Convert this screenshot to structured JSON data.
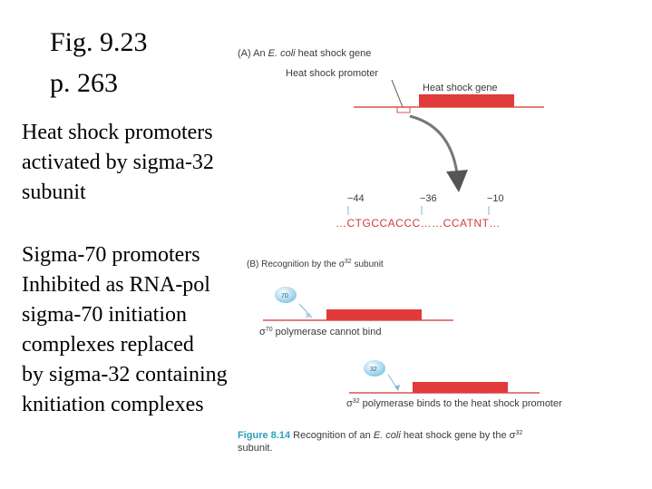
{
  "slide": {
    "title": "Fig. 9.23",
    "page": "p. 263",
    "paragraph1": [
      "Heat shock promoters",
      "activated by sigma-32",
      "subunit"
    ],
    "paragraph2": [
      "Sigma-70 promoters",
      "Inhibited as RNA-pol",
      "sigma-70 initiation",
      "complexes replaced",
      "by sigma-32 containing",
      "knitiation complexes"
    ]
  },
  "figure": {
    "panel_a": {
      "label_prefix": "(A) An ",
      "label_italic": "E. coli",
      "label_suffix": " heat shock gene",
      "promoter_label": "Heat shock promoter",
      "gene_label": "Heat shock gene",
      "positions": [
        "−44",
        "−36",
        "−10"
      ],
      "sequence": "…CTGCCACCC……CCATNT…"
    },
    "panel_b": {
      "label_prefix": "(B) Recognition by the ",
      "label_sigma": "σ",
      "label_sup": "32",
      "label_suffix": " subunit",
      "sigma70_badge": "70",
      "sigma70_caption_sigma": "σ",
      "sigma70_caption_sup": "70",
      "sigma70_caption": " polymerase cannot bind",
      "sigma32_badge": "32",
      "sigma32_caption_sigma": "σ",
      "sigma32_caption_sup": "32",
      "sigma32_caption": " polymerase binds to the heat shock promoter"
    },
    "caption": {
      "figure_number": "Figure 8.14",
      "text_prefix": " Recognition of an ",
      "text_italic": "E. coli",
      "text_middle": " heat shock gene by the ",
      "text_sigma": "σ",
      "text_sup": "32",
      "text_line2": "subunit."
    },
    "colors": {
      "gene_red": "#e03a3a",
      "line_red": "#d9534f",
      "sequence_red": "#d33a3a",
      "caption_teal": "#2aa3b8",
      "badge_blue": "#9fd3ee",
      "arrow_gray": "#555555"
    }
  }
}
